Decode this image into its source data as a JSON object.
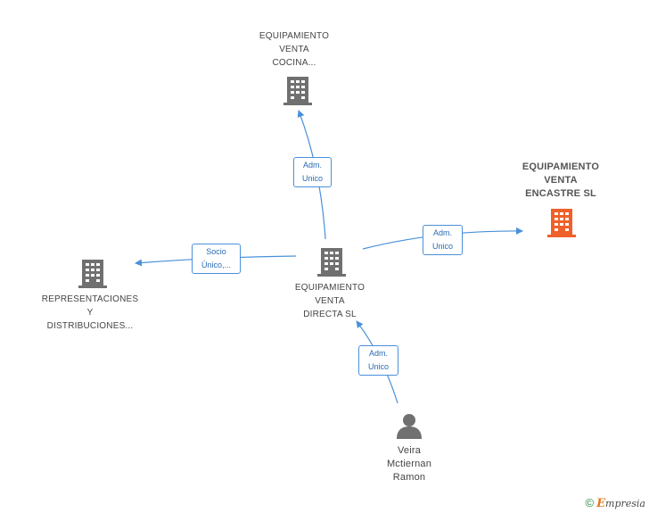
{
  "nodes": {
    "top": {
      "lines": [
        "EQUIPAMIENTO",
        "VENTA",
        "COCINA..."
      ]
    },
    "right": {
      "lines": [
        "EQUIPAMIENTO",
        "VENTA",
        "ENCASTRE SL"
      ]
    },
    "center": {
      "lines": [
        "EQUIPAMIENTO",
        "VENTA",
        "DIRECTA SL"
      ]
    },
    "left": {
      "lines": [
        "REPRESENTACIONES",
        "Y",
        "DISTRIBUCIONES..."
      ]
    },
    "person": {
      "lines": [
        "Veira",
        "Mctiernan",
        "Ramon"
      ]
    }
  },
  "edges": {
    "to_top": {
      "lines": [
        "Adm.",
        "Unico"
      ]
    },
    "to_right": {
      "lines": [
        "Adm.",
        "Unico"
      ]
    },
    "to_left": {
      "lines": [
        "Socio",
        "Único,..."
      ]
    },
    "from_person": {
      "lines": [
        "Adm.",
        "Unico"
      ]
    }
  },
  "colors": {
    "building": "#707070",
    "focus_building": "#f0602a",
    "edge": "#4a90d9"
  },
  "footer": {
    "copyright": "©",
    "brand_initial": "E",
    "brand_rest": "mpresia"
  }
}
